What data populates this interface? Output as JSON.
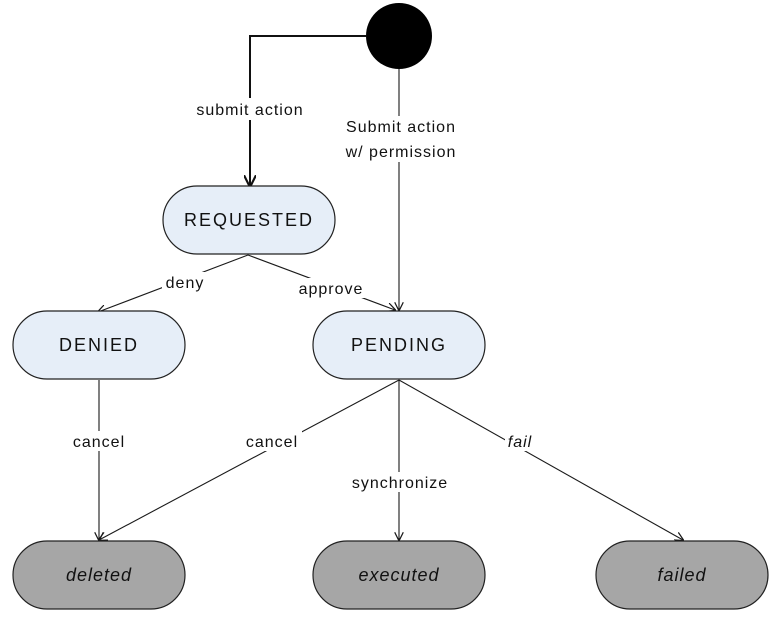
{
  "states": {
    "requested": "REQUESTED",
    "denied": "DENIED",
    "pending": "PENDING",
    "deleted": "deleted",
    "executed": "executed",
    "failed": "failed"
  },
  "transitions": {
    "submit_action": "submit action",
    "submit_permission_line1": "Submit action",
    "submit_permission_line2": "w/ permission",
    "deny": "deny",
    "approve": "approve",
    "cancel_denied": "cancel",
    "cancel_pending": "cancel",
    "synchronize": "synchronize",
    "fail": "fail"
  },
  "colors": {
    "active_state_fill": "#e6eef8",
    "terminal_state_fill": "#a6a6a6",
    "initial_node_fill": "#000000"
  }
}
